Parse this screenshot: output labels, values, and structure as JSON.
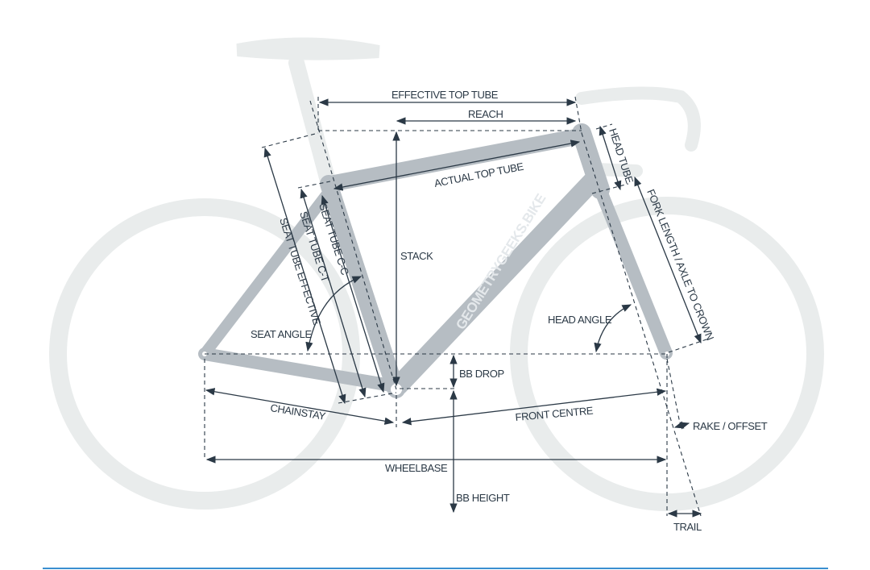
{
  "watermark": "GEOMETRYGEEKS.BIKE",
  "colors": {
    "frame": "#b6bdc3",
    "ghost": "#e9ecec",
    "dimension": "#2b3946",
    "rule": "#3a8fd0"
  },
  "labels": {
    "effective_top_tube": "EFFECTIVE TOP TUBE",
    "reach": "REACH",
    "actual_top_tube": "ACTUAL TOP TUBE",
    "stack": "STACK",
    "head_tube": "HEAD TUBE",
    "fork_length": "FORK LENGTH / AXLE TO CROWN",
    "seat_tube_cc": "SEAT TUBE C-C",
    "seat_tube_ct": "SEAT TUBE C-T",
    "seat_tube_effective": "SEAT TUBE EFFECTIVE",
    "seat_angle": "SEAT ANGLE",
    "head_angle": "HEAD ANGLE",
    "bb_drop": "BB DROP",
    "chainstay": "CHAINSTAY",
    "front_centre": "FRONT CENTRE",
    "rake_offset": "RAKE / OFFSET",
    "wheelbase": "WHEELBASE",
    "bb_height": "BB HEIGHT",
    "trail": "TRAIL"
  }
}
